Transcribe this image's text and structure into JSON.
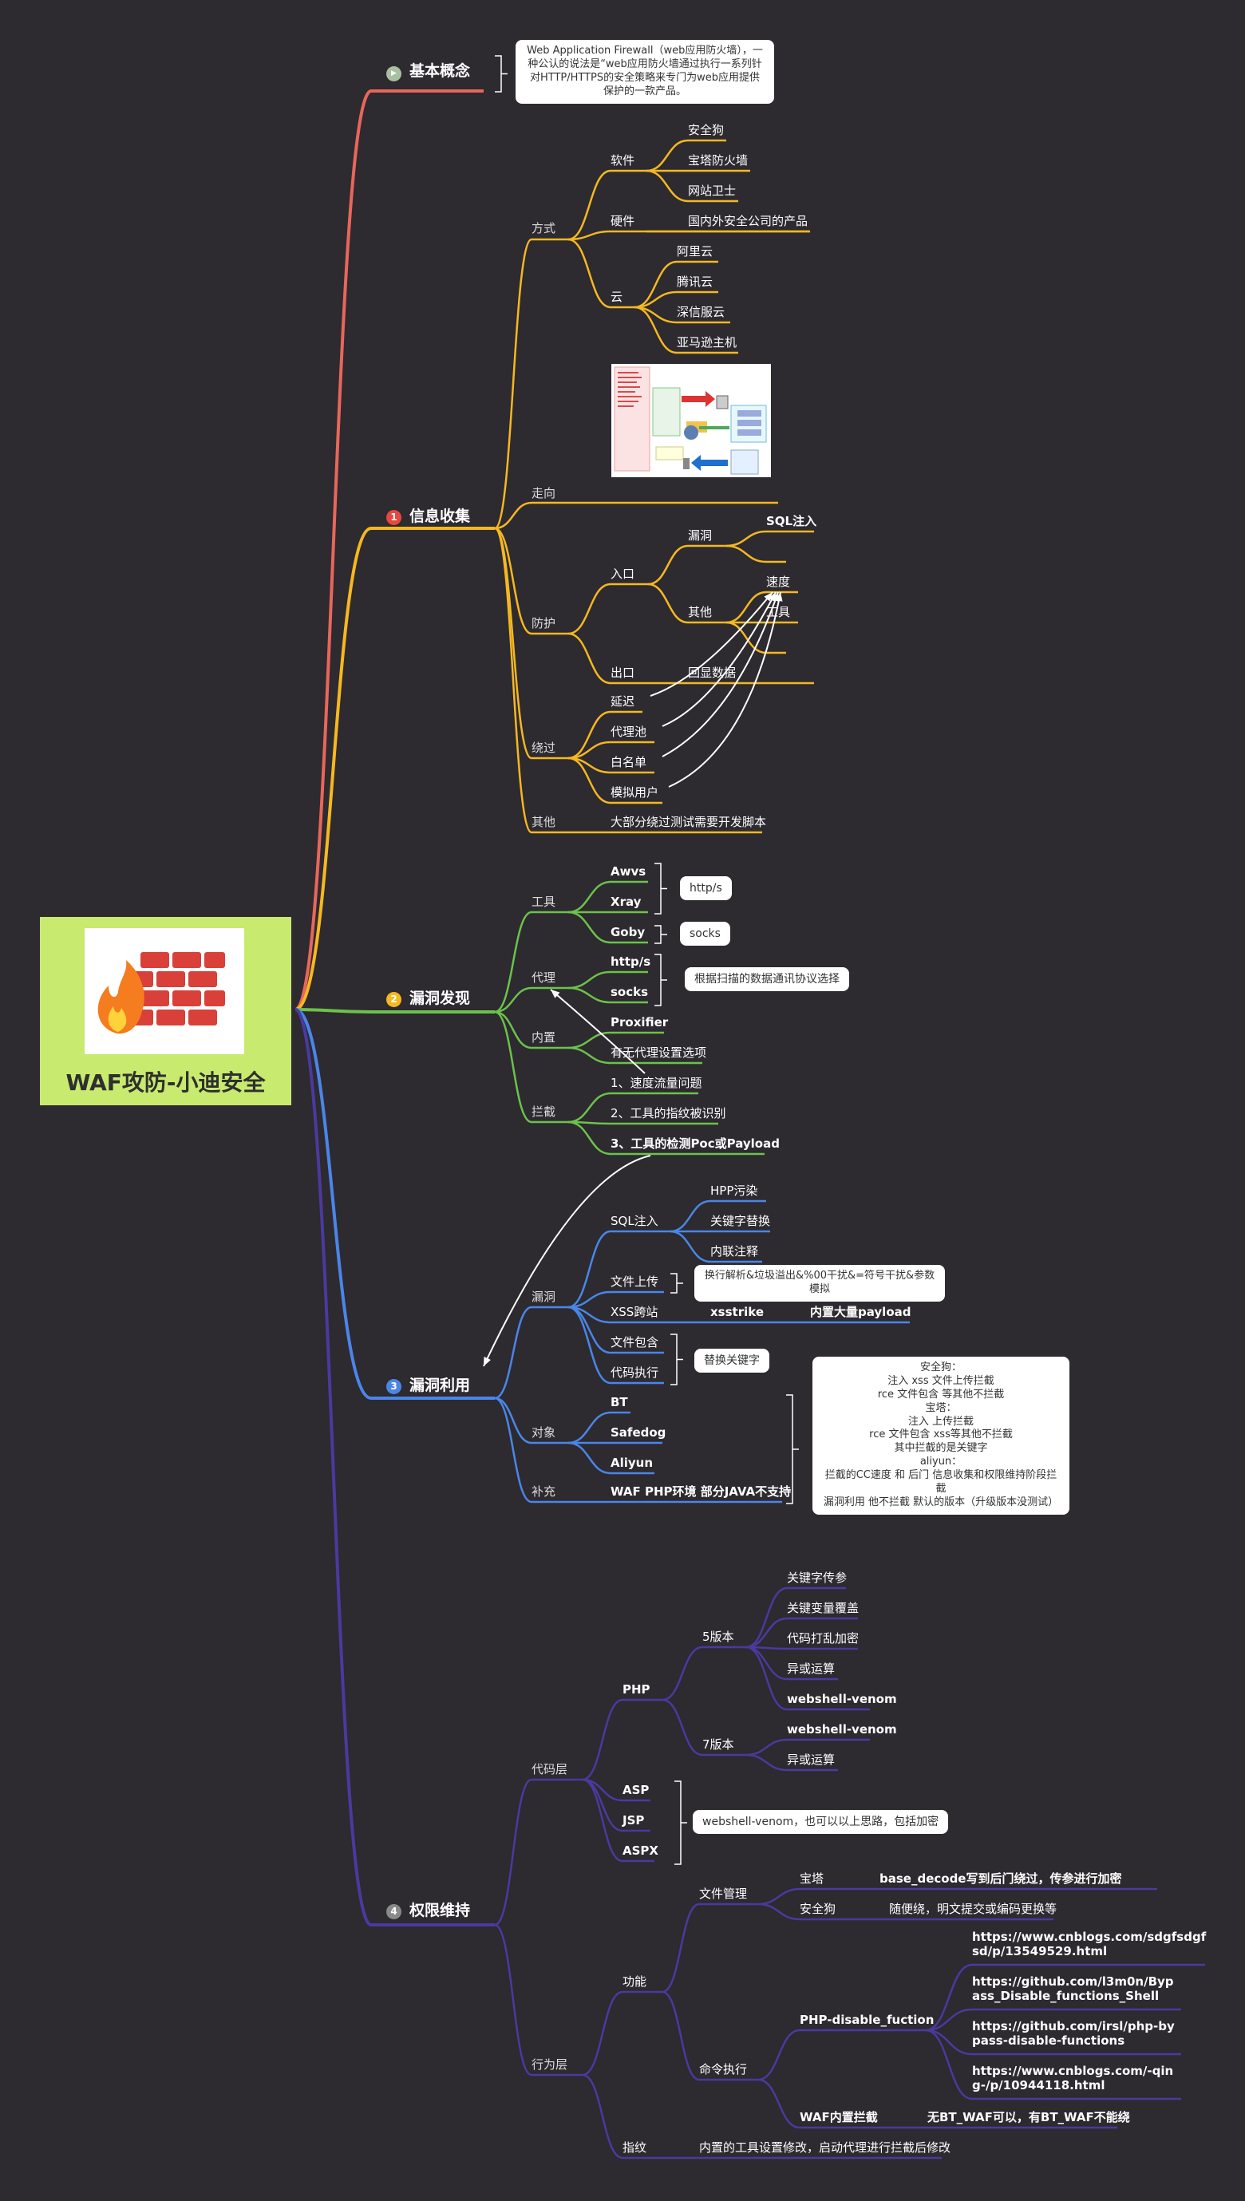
{
  "root": {
    "title": "WAF攻防-小迪安全",
    "logo_icon": "firewall-flame-icon"
  },
  "colors": {
    "background": "#2d2a30",
    "basic": "#e8675a",
    "info": "#f5b820",
    "discover": "#6cc24a",
    "exploit": "#4a86e8",
    "persist": "#4a3a9e"
  },
  "branches": {
    "basic": {
      "badge": "▶",
      "label": "基本概念"
    },
    "info": {
      "badge": "1",
      "label": "信息收集"
    },
    "discover": {
      "badge": "2",
      "label": "漏洞发现"
    },
    "exploit": {
      "badge": "3",
      "label": "漏洞利用"
    },
    "persist": {
      "badge": "4",
      "label": "权限维持"
    }
  },
  "basic_note": "Web Application Firewall（web应用防火墙），一种公认的说法是“web应用防火墙通过执行一系列针对HTTP/HTTPS的安全策略来专门为web应用提供保护的一款产品。",
  "info": {
    "fangshi": "方式",
    "ruanjian": "软件",
    "anquangou": "安全狗",
    "baota": "宝塔防火墙",
    "wangzhan": "网站卫士",
    "yingjian": "硬件",
    "guonei": "国内外安全公司的产品",
    "yun": "云",
    "aliyun": "阿里云",
    "tengxun": "腾讯云",
    "shenxin": "深信服云",
    "yamaxun": "亚马逊主机",
    "zouxiang": "走向",
    "topology_image": "waf-topology-diagram-image",
    "fanghu": "防护",
    "rukou": "入口",
    "loudong": "漏洞",
    "sqlzhuru": "SQL注入",
    "qita_r": "其他",
    "sudu": "速度",
    "gongju": "工具",
    "chukou": "出口",
    "huixian": "回显数据",
    "raoguo": "绕过",
    "yanchi": "延迟",
    "dailichi": "代理池",
    "baimingdan": "白名单",
    "moni": "模拟用户",
    "qita": "其他",
    "qita_desc": "大部分绕过测试需要开发脚本"
  },
  "discover": {
    "gongju": "工具",
    "awvs": "Awvs",
    "xray": "Xray",
    "goby": "Goby",
    "note_https": "http/s",
    "note_socks": "socks",
    "daili": "代理",
    "https": "http/s",
    "socks": "socks",
    "note_proxy": "根据扫描的数据通讯协议选择",
    "neizhi": "内置",
    "proxifier": "Proxifier",
    "youwu": "有无代理设置选项",
    "lanjie": "拦截",
    "l1": "1、速度流量问题",
    "l2": "2、工具的指纹被识别",
    "l3": "3、工具的检测Poc或Payload"
  },
  "exploit": {
    "loudong": "漏洞",
    "sql": "SQL注入",
    "hpp": "HPP污染",
    "guanjianzi": "关键字替换",
    "neilian": "内联注释",
    "wenjian": "文件上传",
    "note_upload": "换行解析&垃圾溢出&%00干扰&=符号干扰&参数模拟",
    "xss": "XSS跨站",
    "xsstrike": "xsstrike",
    "neizhi_payload": "内置大量payload",
    "baohan": "文件包含",
    "daima": "代码执行",
    "note_replace": "替换关键字",
    "duixiang": "对象",
    "bt": "BT",
    "safedog": "Safedog",
    "aliyun": "Aliyun",
    "buchong": "补充",
    "php_env": "WAF PHP环境 部分JAVA不支持",
    "note_lines": [
      "安全狗：",
      "注入 xss 文件上传拦截",
      "rce 文件包含 等其他不拦截",
      "宝塔：",
      "注入 上传拦截",
      "rce 文件包含 xss等其他不拦截",
      "其中拦截的是关键字",
      "aliyun：",
      "拦截的CC速度 和 后门 信息收集和权限维持阶段拦截",
      "漏洞利用 他不拦截 默认的版本（升级版本没测试）"
    ]
  },
  "persist": {
    "daimaceng": "代码层",
    "php": "PHP",
    "v5": "5版本",
    "gjzcc": "关键字传参",
    "gjzbl": "关键变量覆盖",
    "dmdljm": "代码打乱加密",
    "yhys": "异或运算",
    "wsv": "webshell-venom",
    "v7": "7版本",
    "wsv7": "webshell-venom",
    "yhys7": "异或运算",
    "asp": "ASP",
    "jsp": "JSP",
    "aspx": "ASPX",
    "note_ws": "webshell-venom，也可以以上思路，包括加密",
    "xingweiceng": "行为层",
    "gongneng": "功能",
    "wjgl": "文件管理",
    "baota": "宝塔",
    "base_decode": "base_decode写到后门绕过，传参进行加密",
    "anquangou": "安全狗",
    "suibian": "随便绕，明文提交或编码更换等",
    "mlzx": "命令执行",
    "php_df": "PHP-disable_fuction",
    "url1": "https://www.cnblogs.com/sdgfsdgfsd/p/13549529.html",
    "url2": "https://github.com/l3m0n/Bypass_Disable_functions_Shell",
    "url3": "https://github.com/irsl/php-bypass-disable-functions",
    "url4": "https://www.cnblogs.com/-qing-/p/10944118.html",
    "waf_nzlj": "WAF内置拦截",
    "wu_bt": "无BT_WAF可以，有BT_WAF不能绕",
    "zhiwen": "指纹",
    "nz_tool": "内置的工具设置修改，启动代理进行拦截后修改"
  }
}
